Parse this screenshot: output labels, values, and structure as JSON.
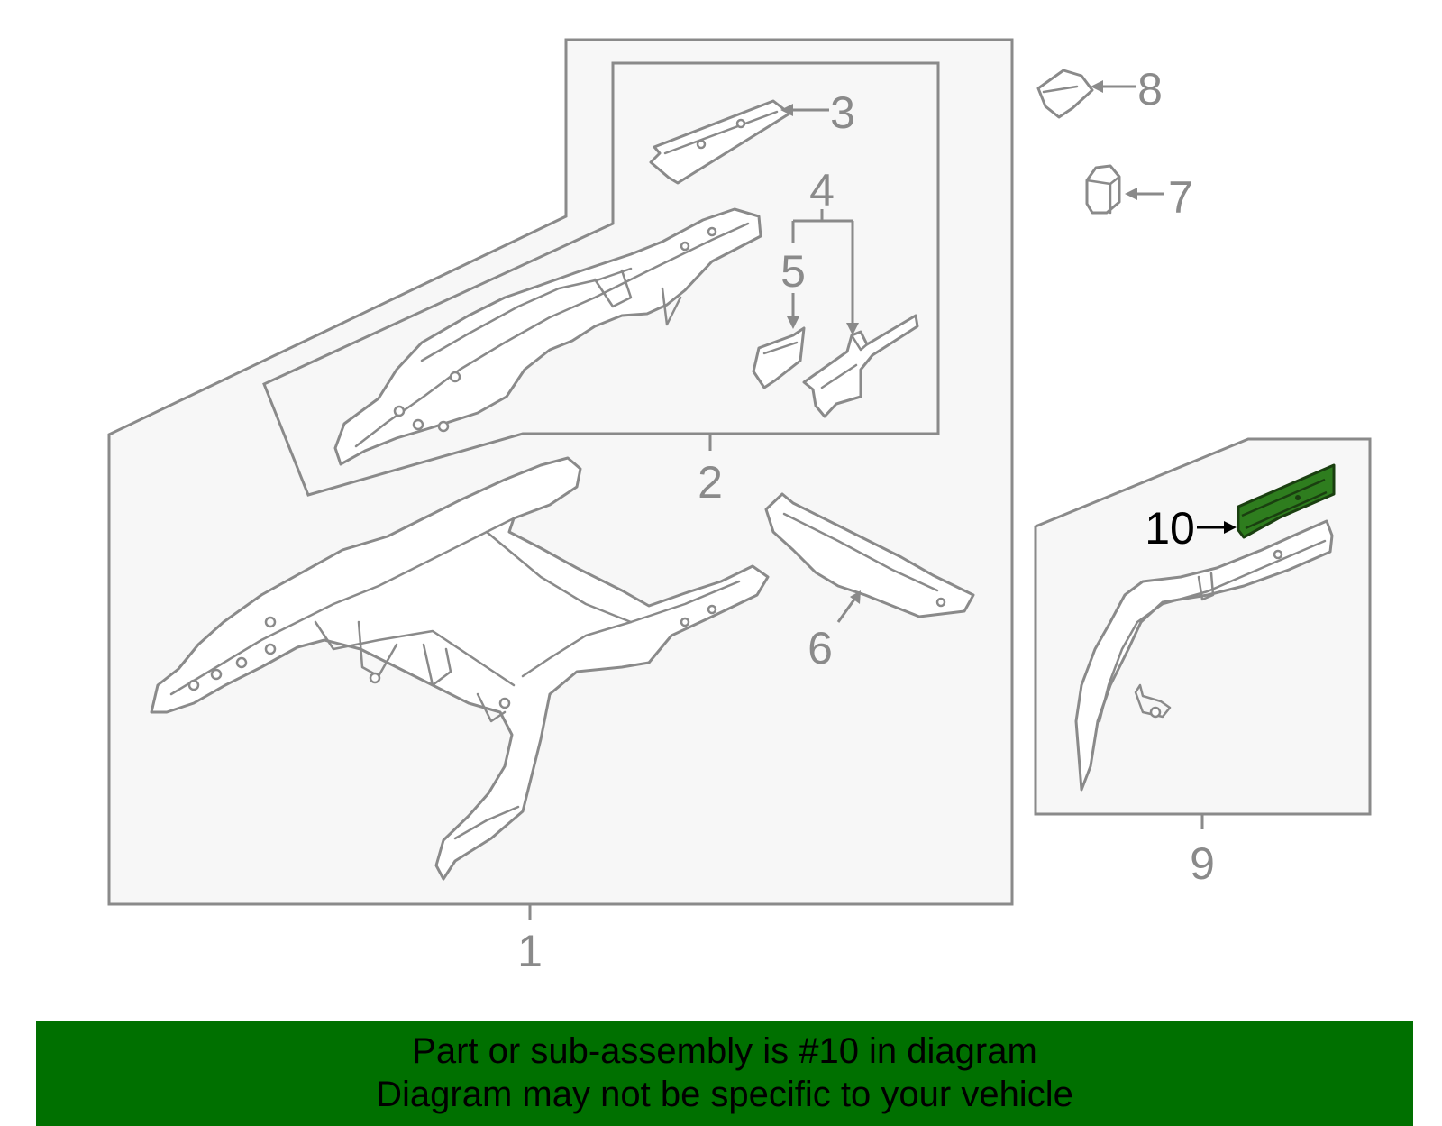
{
  "diagram": {
    "callouts": [
      "1",
      "2",
      "3",
      "4",
      "5",
      "6",
      "7",
      "8",
      "9",
      "10"
    ],
    "highlight_color": "#2e7d1e",
    "line_color": "#8a8a8a"
  },
  "banner": {
    "line1": "Part or sub-assembly is #10 in diagram",
    "line2": "Diagram may not be specific to your vehicle",
    "background": "#007000"
  }
}
